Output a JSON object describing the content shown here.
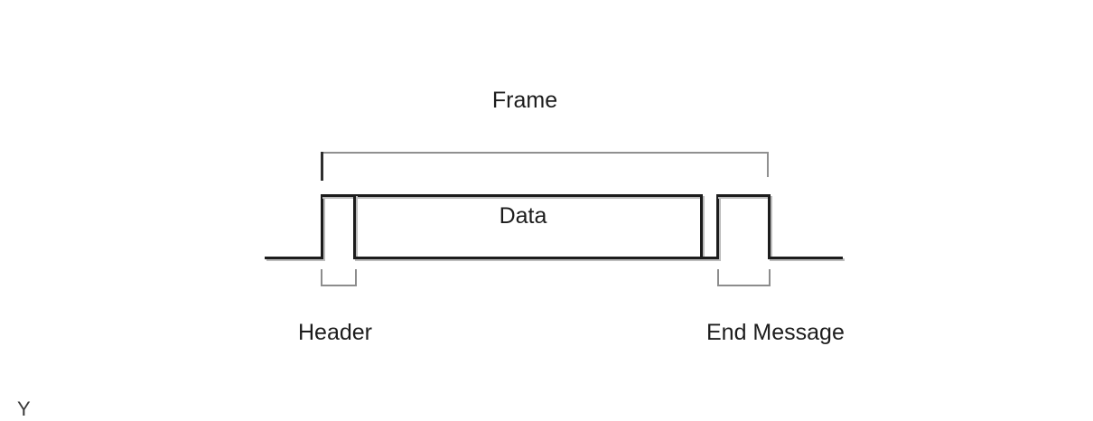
{
  "diagram": {
    "title": "Frame",
    "segments": {
      "data_label": "Data",
      "header_label": "Header",
      "end_message_label": "End Message"
    },
    "corner_label": "Y",
    "colors": {
      "waveform_line": "#1c1c1c",
      "bracket_line": "#8c8c8c",
      "text": "#1c1c1c",
      "background": "#ffffff"
    }
  }
}
